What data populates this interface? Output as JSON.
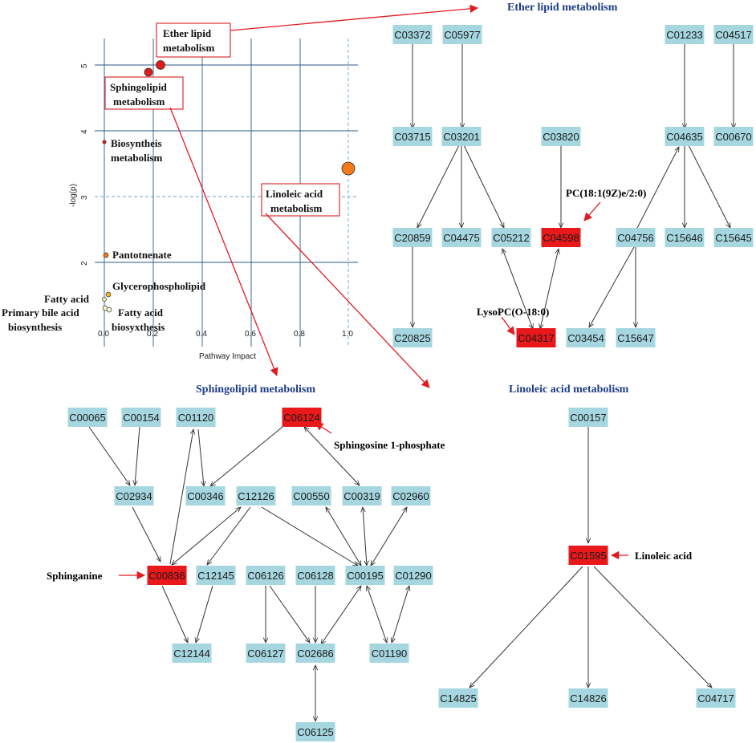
{
  "scatter": {
    "xlabel": "Pathway Impact",
    "ylabel": "-log(p)",
    "xticks": [
      "0.0",
      "0.2",
      "0.4",
      "0.6",
      "0.8",
      "1.0"
    ],
    "yticks": [
      "2",
      "3",
      "4",
      "5"
    ],
    "labels": {
      "ether_1": "Ether lipid",
      "ether_2": "metabolism",
      "sphingo_1": "Sphingolipid",
      "sphingo_2": "metabolism",
      "biosyn_1": "Biosyntheis",
      "biosyn_2": "metabolism",
      "linoleic_1": "Linoleic acid",
      "linoleic_2": "metabolism",
      "pantot": "Pantotnenate",
      "glycero": "Glycerophospholipid",
      "fatty": "Fatty acid",
      "bile_1": "Primary bile acid",
      "bile_2": "biosynthesis",
      "fattybio_1": "Fatty acid",
      "fattybio_2": "biosyxthesis"
    }
  },
  "panels": {
    "ether_title": "Ether lipid metabolism",
    "sphingo_title": "Sphingolipid metabolism",
    "linoleic_title": "Linoleic acid metabolism"
  },
  "nodes": {
    "e_C03372": "C03372",
    "e_C05977": "C05977",
    "e_C01233": "C01233",
    "e_C04517": "C04517",
    "e_C03715": "C03715",
    "e_C03201": "C03201",
    "e_C03820": "C03820",
    "e_C04635": "C04635",
    "e_C00670": "C00670",
    "e_C20859": "C20859",
    "e_C04475": "C04475",
    "e_C05212": "C05212",
    "e_C04598": "C04598",
    "e_C04756": "C04756",
    "e_C15646": "C15646",
    "e_C15645": "C15645",
    "e_C20825": "C20825",
    "e_C04317": "C04317",
    "e_C03454": "C03454",
    "e_C15647": "C15647",
    "s_C00065": "C00065",
    "s_C00154": "C00154",
    "s_C01120": "C01120",
    "s_C06124": "C06124",
    "s_C02934": "C02934",
    "s_C00346": "C00346",
    "s_C12126": "C12126",
    "s_C00550": "C00550",
    "s_C00319": "C00319",
    "s_C02960": "C02960",
    "s_C00836": "C00836",
    "s_C12145": "C12145",
    "s_C06126": "C06126",
    "s_C06128": "C06128",
    "s_C00195": "C00195",
    "s_C01290": "C01290",
    "s_C12144": "C12144",
    "s_C06127": "C06127",
    "s_C02686": "C02686",
    "s_C01190": "C01190",
    "s_C06125": "C06125",
    "l_C00157": "C00157",
    "l_C01595": "C01595",
    "l_C14825": "C14825",
    "l_C14826": "C14826",
    "l_C04717": "C04717"
  },
  "annotations": {
    "pc": "PC(18:1(9Z)e/2:0)",
    "lysopc": "LysoPC(O-18:0)",
    "s1p": "Sphingosine 1-phosphate",
    "sphinganine": "Sphinganine",
    "linoleic": "Linoleic acid"
  },
  "colors": {
    "node_default": "#a6d7e0",
    "node_highlight": "#e8181b",
    "title_blue": "#1d3d87",
    "arrow_red": "#e11b22"
  }
}
